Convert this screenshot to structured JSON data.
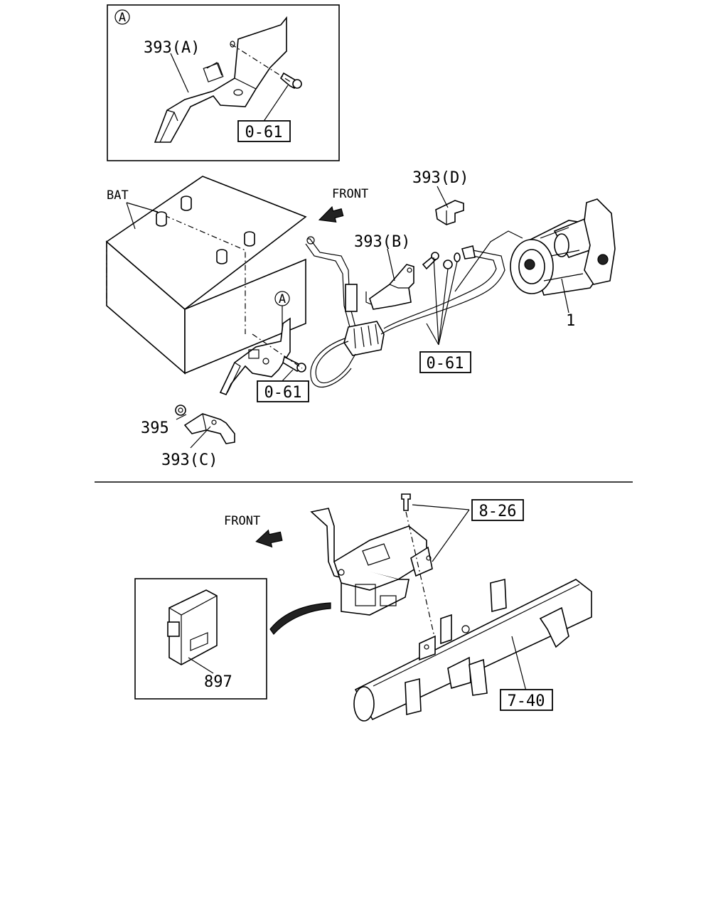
{
  "upper": {
    "inset": {
      "ref_marker": "A",
      "bracket_label": "393(A)",
      "bolt_ref": "0-61"
    },
    "battery_label": "BAT",
    "front_label": "FRONT",
    "bracket_d_label": "393(D)",
    "bracket_b_label": "393(B)",
    "starter_label": "1",
    "bolts_ref": "0-61",
    "ref_marker_a": "A",
    "bracket_a_bolt_ref": "0-61",
    "nut_label": "395",
    "bracket_c_label": "393(C)"
  },
  "lower": {
    "front_label": "FRONT",
    "bolt_ref": "8-26",
    "module_label": "897",
    "crossmember_ref": "7-40"
  }
}
